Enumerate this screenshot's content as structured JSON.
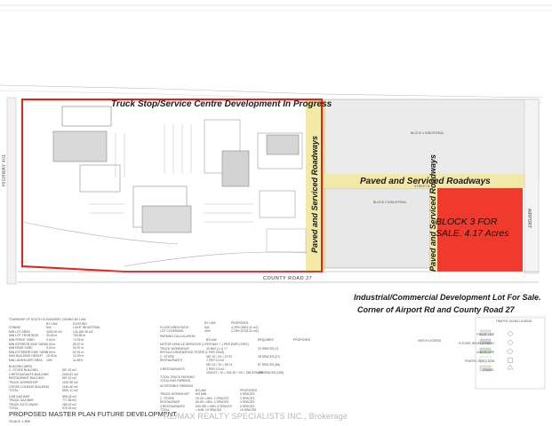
{
  "map": {
    "highway_label": "HIGHWAY 401",
    "truck_stop_title": "Truck Stop/Service  Centre Development In Progress",
    "paved_horizontal": "Paved and Serviced Roadways",
    "paved_vertical_1": "Paved and Serviced Roadways",
    "paved_vertical_2": "Paved and Serviced Roadways",
    "block3_label": "BLOCK 3 FOR SALE. 4.17 Acres",
    "county_road": "COUNTY  ROAD  27",
    "airport_road": "AIRPORT",
    "block2_label": "BLOCK 2 INDUSTRIAL",
    "block4_label": "BLOCK 4 INDUSTRIAL",
    "street_b": "STREET B",
    "colors": {
      "red_outline": "#e2231a",
      "yellow_road": "#f3e9a6",
      "block3_fill": "#f03a2e",
      "parcel_grey": "#e8e8e8"
    }
  },
  "development": {
    "line1": "Industrial/Commercial Development Lot For Sale.",
    "line2": "Corner of Airport Rd and County Road 27"
  },
  "zoning_table": {
    "title": "TOWNSHIP OF SOUTH GLENGARRY ZONING BY LAW",
    "headers": [
      "",
      "BY LAW",
      "EXISTING"
    ],
    "rows": [
      [
        "ZONING",
        "N/A",
        "LIGHT INDUSTRIAL"
      ],
      [
        "MIN LOT AREA",
        "4000.00 m2",
        "131,480.36 m2"
      ],
      [
        "MIN LOT FRONTAGE",
        "30.00 m",
        "783.85 m"
      ],
      [
        "MIN FRONT YARD",
        "9.00 m",
        "74.92 m"
      ],
      [
        "MIN INTERIOR SIDE YARD",
        "6.00 m",
        "89.57 m"
      ],
      [
        "MIN REAR YARD",
        "9.00 m",
        "94.97 m"
      ],
      [
        "MIN EXTERIOR SIDE YARD",
        "9.00 m",
        "62.91 m"
      ],
      [
        "MAX BUILDING HEIGHT",
        "15.00 m",
        "12.09 m"
      ],
      [
        "MIN LANDSCAPE AREA",
        "10%",
        "11.89%"
      ]
    ],
    "building_area_title": "BUILDING AREA",
    "building_rows": [
      [
        "C. STORE BUILDING",
        "557.42 m2"
      ],
      [
        "4 RESTAURANTS BUILDING",
        "2043.87 m2"
      ],
      [
        "RESTAURANT BUILDING",
        "557.42 m2"
      ],
      [
        "TRUCK WORKSHOP",
        "1192.95 m2"
      ],
      [
        "CROSS LOADING BUILDING",
        "1149.46 m2"
      ],
      [
        "TOTAL",
        "5501.11 m2"
      ]
    ],
    "canopy_rows": [
      [
        "CAR GAS BAR",
        "899.18 m2"
      ],
      [
        "TRUCK GAS BAR",
        "777.58 m2"
      ],
      [
        "TRUCK AUTO WASH",
        "289.19 m2"
      ],
      [
        "TOTAL",
        "975.25 m2"
      ]
    ]
  },
  "parking_table": {
    "headers": [
      "",
      "BY LAW",
      "PROPOSED"
    ],
    "rows": [
      [
        "FLOOR AREA RATIO",
        "N/A",
        "4.29% (5501.11 m2)"
      ],
      [
        "LOT COVERAGE",
        "40%",
        "4.78% (6725.32 m2)"
      ]
    ],
    "parking_title": "PARKING CALCULATION",
    "parking_headers": [
      "BYLAW",
      "REQUIRED",
      "PROPOSED"
    ],
    "parking_rows": [
      [
        "MOTOR VEHICLE SERVICES (1 PER BAY + 1 PER EMPLOYEE)",
        "",
        ""
      ],
      [
        "TRUCK WORKSHOP",
        "20 BAY (1:1) +7",
        "20 SPACES (7)"
      ],
      [
        "RETAIL/CONVENIENCE STORE (1 PER 20m2)",
        "",
        ""
      ],
      [
        "C. STORE",
        "557.42 / 20 = 27.87",
        "28 SPACES (27)"
      ],
      [
        "RESTAURANTS",
        "1 PER 10 m2",
        ""
      ],
      [
        "",
        "557.42 / 10 = 55.74",
        "57 SPACES (56)"
      ],
      [
        "4 RESTAURANTS",
        "1 PER 10 m2",
        ""
      ],
      [
        "",
        "2043.87 / 10 = 204.39 + 54 = 258 SPACES",
        "258 SPACES (258)"
      ]
    ],
    "accessible_title": "ACCESSIBLE PARKING",
    "accessible_headers": [
      "BYLAW",
      "PROPOSED"
    ],
    "accessible_rows": [
      [
        "TRUCK WORKSHOP",
        "NO MIN.",
        "0 SPACES"
      ],
      [
        "C. STORE",
        "20-40 = MIN. 2 SPACES",
        "2 SPACES"
      ],
      [
        "RESTAURANT",
        "50-99 = MIN. 3 SPACES",
        "3 SPACES"
      ],
      [
        "4 RESTAURANTS",
        "200-399 = MIN. 6 SPACES",
        "6 SPACES"
      ],
      [
        "TOTAL",
        "= MIN. 10 SPACES",
        "10 SPACES"
      ]
    ],
    "truck_parking": "TOTAL TRUCK PARKING",
    "bus_parking": "TOTAL BUS PARKING"
  },
  "legend": {
    "title": "TRAFFIC SIGNS LEGEND",
    "items": [
      "PHASE ONE",
      "FUTURE DEVELOPMENT",
      "LANDSCAPE",
      "TRAFFIC DIRECTION",
      "GRAVEL"
    ],
    "hatch_label": "HATCH LEGEND"
  },
  "footer": {
    "plan_title": "PROPOSED MASTER PLAN FUTURE DEVELOPMENT",
    "scale": "SCALE 1:800",
    "watermark": "RE/MAX REALTY SPECIALISTS INC., Brokerage"
  }
}
